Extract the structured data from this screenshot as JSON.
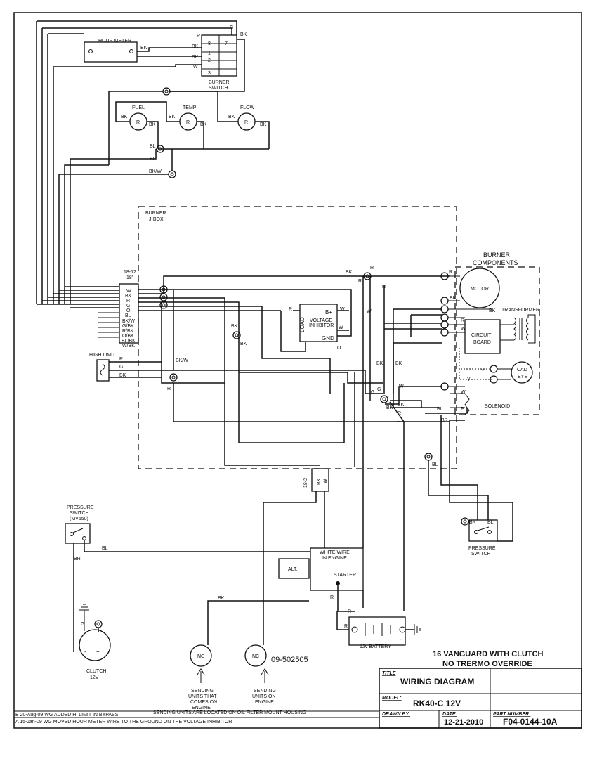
{
  "components": {
    "hour_meter": "HOUR METER",
    "burner_switch": [
      "BURNER",
      "SWITCH"
    ],
    "burner_switch_terminals": [
      "8",
      "7",
      "1",
      "2",
      "3"
    ],
    "gauge_fuel": "FUEL",
    "gauge_temp": "TEMP",
    "gauge_flow": "FLOW",
    "gauge_center": "R",
    "burner_jbox": [
      "BURNER",
      "J-BOX"
    ],
    "connector_18_12": [
      "18-12",
      "18\""
    ],
    "connector_pins": [
      "W",
      "BK",
      "R",
      "G",
      "O",
      "BL"
    ],
    "connector_pins_lower": [
      "BK/W",
      "G/BK",
      "R/BK",
      "O/BK",
      "BL/BK",
      "W/BK"
    ],
    "high_limit": "HIGH LIMIT",
    "voltage_inhibitor": [
      "VOLTAGE",
      "INHIBITOR"
    ],
    "load": "LOAD",
    "b_plus": "B+",
    "gnd": "GND",
    "burner_components": [
      "BURNER",
      "COMPONENTS"
    ],
    "motor": "MOTOR",
    "transformer": "TRANSFORMER",
    "circuit_board": [
      "CIRCUIT",
      "BOARD"
    ],
    "cad_eye": [
      "CAD",
      "EYE"
    ],
    "solenoid": "SOLENOID",
    "connector_18_2": "18-2",
    "pressure_switch_left": [
      "PRESSURE",
      "SWITCH",
      "(MV550)"
    ],
    "pressure_switch_right": [
      "PRESSURE",
      "SWITCH"
    ],
    "engine_box": [
      "WHITE WIRE",
      "IN ENGINE"
    ],
    "alt": "ALT.",
    "starter": "STARTER",
    "battery": "12v BATTERY",
    "clutch": [
      "CLUTCH",
      "12V"
    ],
    "nc": "NC",
    "part_ref": "09-502505",
    "sending_units_1": [
      "SENDING",
      "UNITS THAT",
      "COMES ON",
      "ENGINE"
    ],
    "sending_units_2": [
      "SENDING",
      "UNITS ON",
      "ENGINE"
    ],
    "sending_note": "SENDING UNITS ARE LOCATED ON OIL FILTER MOUNT HOUSING"
  },
  "wire_labels": {
    "r": "R",
    "bk": "BK",
    "w": "W",
    "g": "G",
    "bl": "BL",
    "br": "BR",
    "bkw": "BK/W",
    "o": "O",
    "y": "Y",
    "p": "P",
    "plus": "+",
    "minus": "-"
  },
  "header_note": [
    "16 VANGUARD WITH CLUTCH",
    "NO TRERMO OVERRIDE"
  ],
  "title_block": {
    "title_label": "TITLE",
    "title": "WIRING DIAGRAM",
    "model_label": "MODEL:",
    "model": "RK40-C 12V",
    "drawn_by_label": "DRAWN BY:",
    "date_label": "DATE:",
    "date": "12-21-2010",
    "part_label": "PART NUMBER:",
    "part_number": "F04-0144-10A"
  },
  "revisions": [
    "B  20-Aug-09  WG  ADDED HI LIMIT IN BYPASS",
    "A  15-Jan-09  WG  MOVED HOUR METER WIRE TO THE GROUND ON THE VOLTAGE INHIBITOR"
  ]
}
